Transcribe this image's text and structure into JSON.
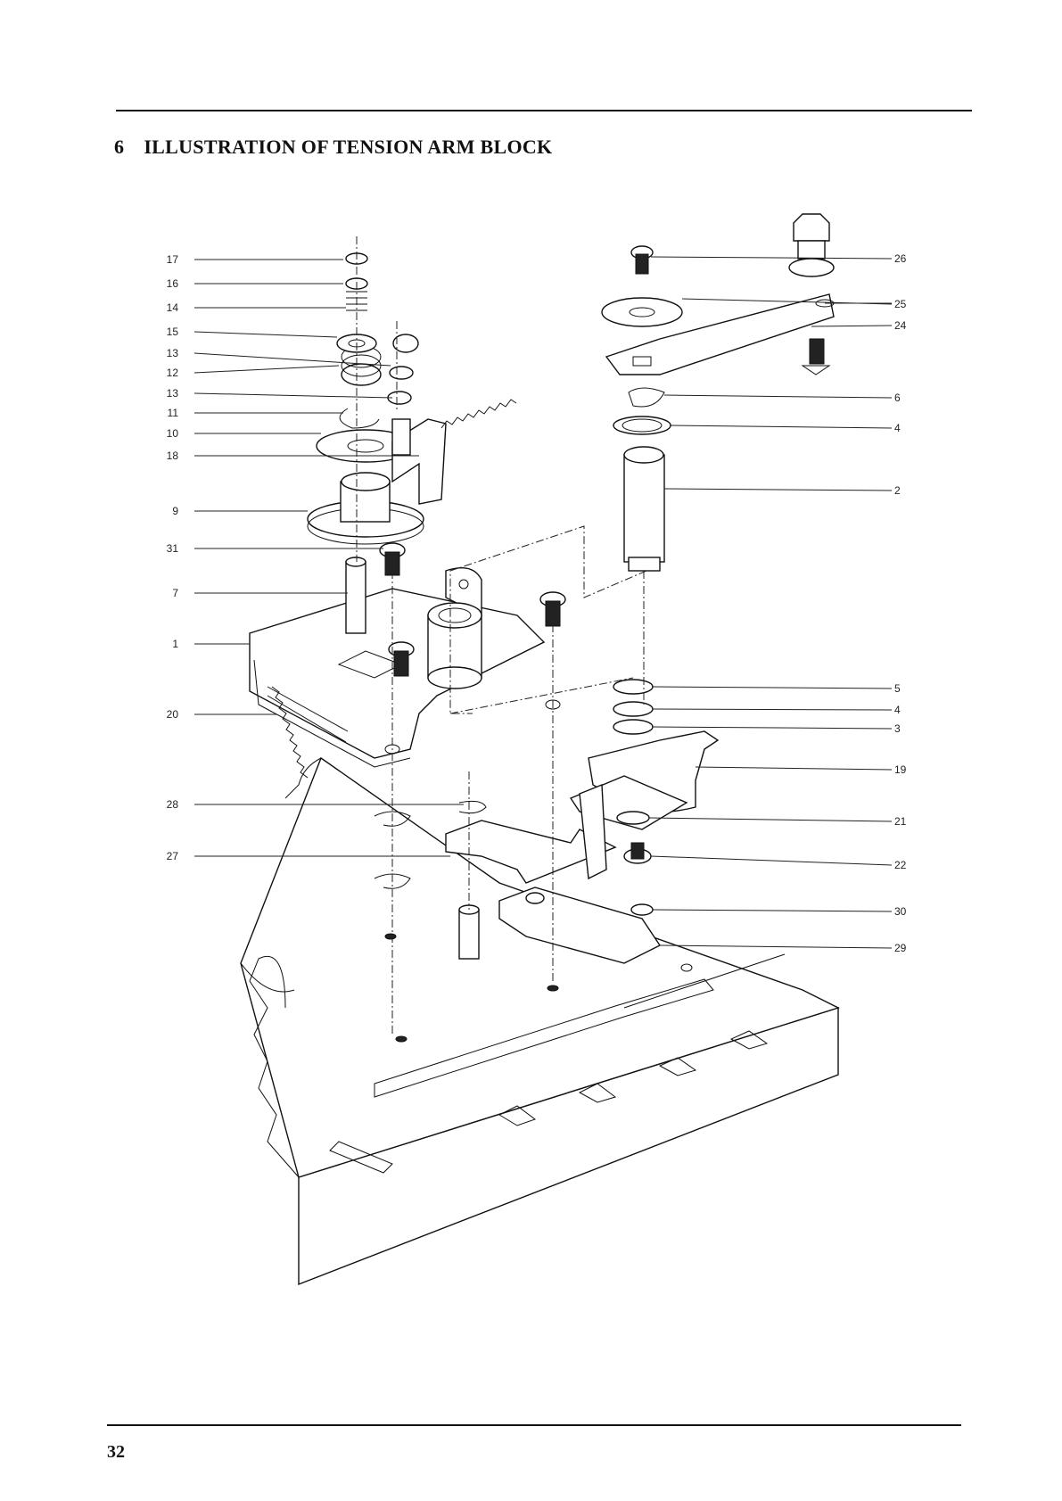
{
  "header": {
    "section_number": "6",
    "title": "ILLUSTRATION OF TENSION ARM BLOCK"
  },
  "footer": {
    "page_number": "32"
  },
  "callouts": {
    "left": [
      "17",
      "16",
      "14",
      "15",
      "13",
      "12",
      "13",
      "11",
      "10",
      "18",
      "9",
      "31",
      "7",
      "1",
      "20",
      "28",
      "27"
    ],
    "right": [
      "26",
      "25",
      "24",
      "6",
      "4",
      "2",
      "5",
      "4",
      "3",
      "19",
      "21",
      "22",
      "30",
      "29"
    ]
  }
}
